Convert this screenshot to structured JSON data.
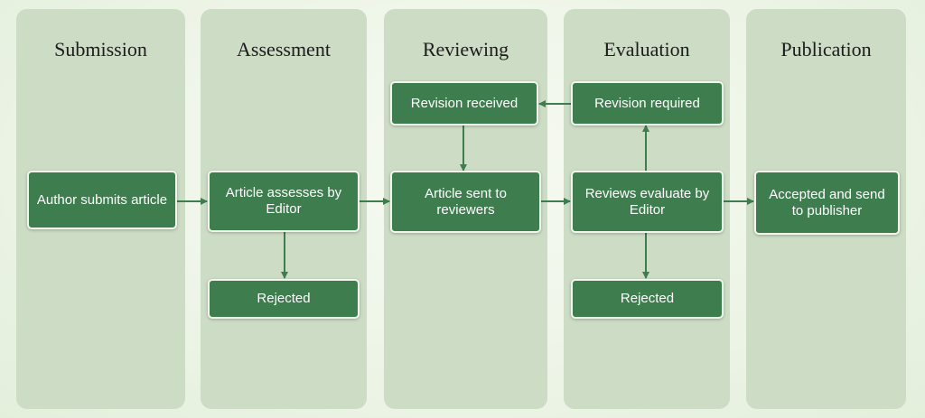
{
  "colors": {
    "lane": "#cddcc5",
    "box": "#3e7d4e",
    "arrow": "#3e7d4e",
    "text": "#ffffff"
  },
  "lanes": {
    "submission": "Submission",
    "assessment": "Assessment",
    "reviewing": "Reviewing",
    "evaluation": "Evaluation",
    "publication": "Publication"
  },
  "boxes": {
    "author_submits": "Author submits article",
    "assessed_by_editor": "Article assesses by Editor",
    "rejected_assessment": "Rejected",
    "revision_received": "Revision received",
    "sent_to_reviewers": "Article sent to reviewers",
    "revision_required": "Revision required",
    "reviews_evaluated": "Reviews evaluate by Editor",
    "rejected_evaluation": "Rejected",
    "accepted": "Accepted and send to publisher"
  }
}
